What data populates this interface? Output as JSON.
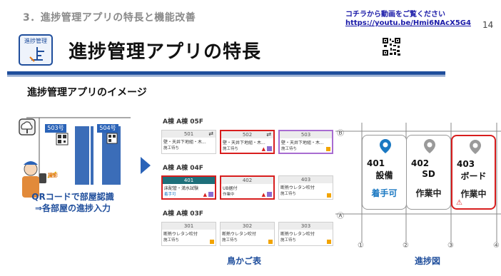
{
  "header": {
    "section": "3．進捗管理アプリの特長と機能改善",
    "video_note": "コチラから動画をご覧ください",
    "video_url": "https://youtu.be/Hmi6NAcX5G4",
    "page_number": "14",
    "icon_label": "進捗管理",
    "title": "進捗管理アプリの特長"
  },
  "subheading": "進捗管理アプリのイメージ",
  "illustration": {
    "rooms": [
      "503号",
      "504号"
    ],
    "scan_label": "撮影",
    "caption_line1": "QRコードで部屋認識",
    "caption_line2": "⇒各部屋の進捗入力"
  },
  "birdcage": {
    "caption": "鳥かご表",
    "floors": [
      {
        "label": "A棟 A棟 05F",
        "rooms": [
          {
            "no": "501",
            "task": "壁・天井下地組・木...",
            "status": "施工待ち",
            "style": "plain",
            "mark": "⇄"
          },
          {
            "no": "502",
            "task": "壁・天井下地組・木...",
            "status": "施工待ち",
            "style": "red",
            "mark": "⇄"
          },
          {
            "no": "503",
            "task": "壁・天井下地組・木...",
            "status": "施工待ち",
            "style": "purple",
            "mark": ""
          }
        ]
      },
      {
        "label": "A棟 A棟 04F",
        "rooms": [
          {
            "no": "401",
            "task": "床配管・満水試験",
            "status": "着手可",
            "style": "red teal",
            "mark": ""
          },
          {
            "no": "402",
            "task": "UB据付",
            "status": "作業中",
            "style": "red",
            "mark": ""
          },
          {
            "no": "403",
            "task": "断熱ウレタン吹付",
            "status": "施工待ち",
            "style": "plain",
            "mark": ""
          }
        ]
      },
      {
        "label": "A棟 A棟 03F",
        "rooms": [
          {
            "no": "301",
            "task": "断熱ウレタン吹付",
            "status": "施工待ち",
            "style": "plain",
            "mark": ""
          },
          {
            "no": "302",
            "task": "断熱ウレタン吹付",
            "status": "施工待ち",
            "style": "plain",
            "mark": ""
          },
          {
            "no": "303",
            "task": "断熱ウレタン吹付",
            "status": "施工待ち",
            "style": "plain",
            "mark": ""
          }
        ]
      }
    ]
  },
  "progress": {
    "caption": "進捗図",
    "axis_rows": [
      "Ⓑ",
      "Ⓐ"
    ],
    "axis_cols": [
      "①",
      "②",
      "③",
      "④"
    ],
    "cards": [
      {
        "room": "401",
        "work": "設備",
        "status": "着手可",
        "pin_color": "#1a78c2"
      },
      {
        "room": "402",
        "work": "SD",
        "status": "作業中",
        "pin_color": "#9a9a9a"
      },
      {
        "room": "403",
        "work": "ボード",
        "status": "作業中",
        "pin_color": "#9a9a9a"
      }
    ]
  },
  "colors": {
    "brand": "#1f4e9c",
    "alert": "#d81e1e",
    "ready": "#1a78c2"
  }
}
